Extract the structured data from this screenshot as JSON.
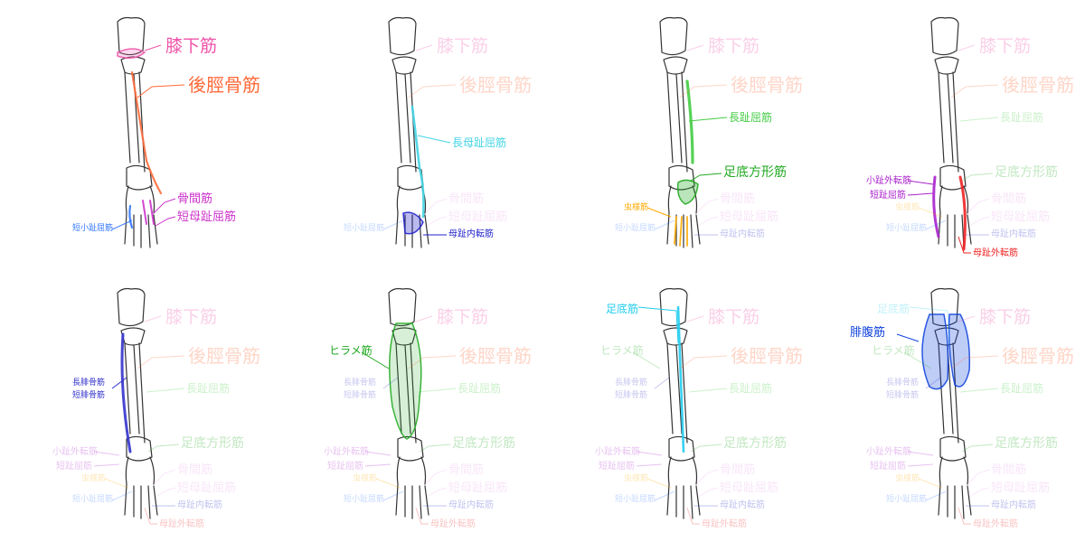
{
  "labels": {
    "l0": "膝下筋",
    "l1": "後脛骨筋",
    "l2": "長母趾屈筋",
    "l3": "長趾屈筋",
    "l4": "足底方形筋",
    "l5": "骨間筋",
    "l6": "短母趾屈筋",
    "l7": "短小趾屈筋",
    "l8": "母趾内転筋",
    "l9": "虫様筋",
    "l10": "小趾外転筋",
    "l11": "短趾屈筋",
    "l12": "母趾外転筋",
    "l13": "長腓骨筋",
    "l14": "短腓骨筋",
    "l15": "ヒラメ筋",
    "l16": "足底筋",
    "l17": "腓腹筋"
  },
  "colors": {
    "popliteus": "#ee55aa",
    "tibialis_posterior": "#ff6a3a",
    "flexor_hallucis_longus": "#44d4e4",
    "flexor_digitorum_longus": "#44cc44",
    "quadratus_plantae": "#22aa22",
    "interossei": "#cc33cc",
    "flexor_hallucis_brevis": "#cc33cc",
    "flexor_digiti_minimi": "#3377ff",
    "adductor_hallucis": "#2222cc",
    "lumbricals": "#ffaa00",
    "abductor_digiti_minimi": "#aa22cc",
    "flexor_digitorum_brevis": "#aa22cc",
    "abductor_hallucis": "#ee2222",
    "peronei": "#3333cc",
    "soleus": "#22aa22",
    "plantaris": "#22ccee",
    "gastrocnemius": "#1144dd"
  }
}
